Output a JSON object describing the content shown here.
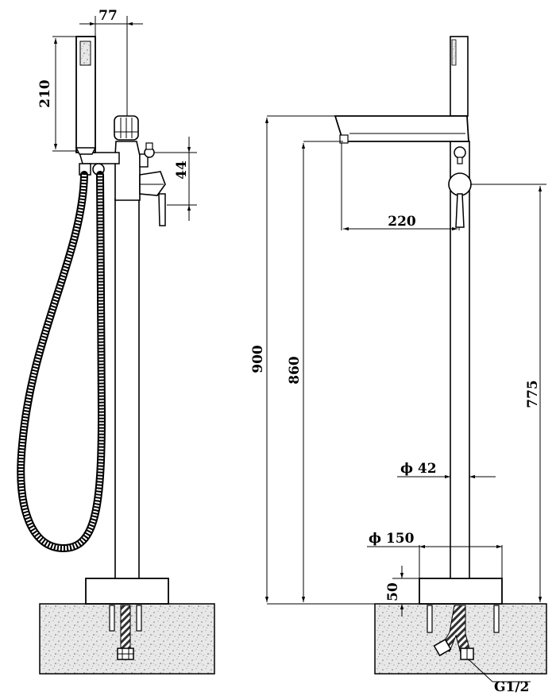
{
  "dimensions": {
    "handshower_length": "210",
    "handshower_offset": "77",
    "valve_spacing": "44",
    "overall_height": "900",
    "spout_height": "860",
    "handle_height": "775",
    "spout_reach": "220",
    "pipe_diameter": "ϕ 42",
    "base_diameter": "ϕ 150",
    "base_height": "50",
    "inlet_thread": "G1/2"
  },
  "colors": {
    "line": "#000000",
    "floor_fill": "#e8e8e8",
    "background": "#ffffff"
  }
}
